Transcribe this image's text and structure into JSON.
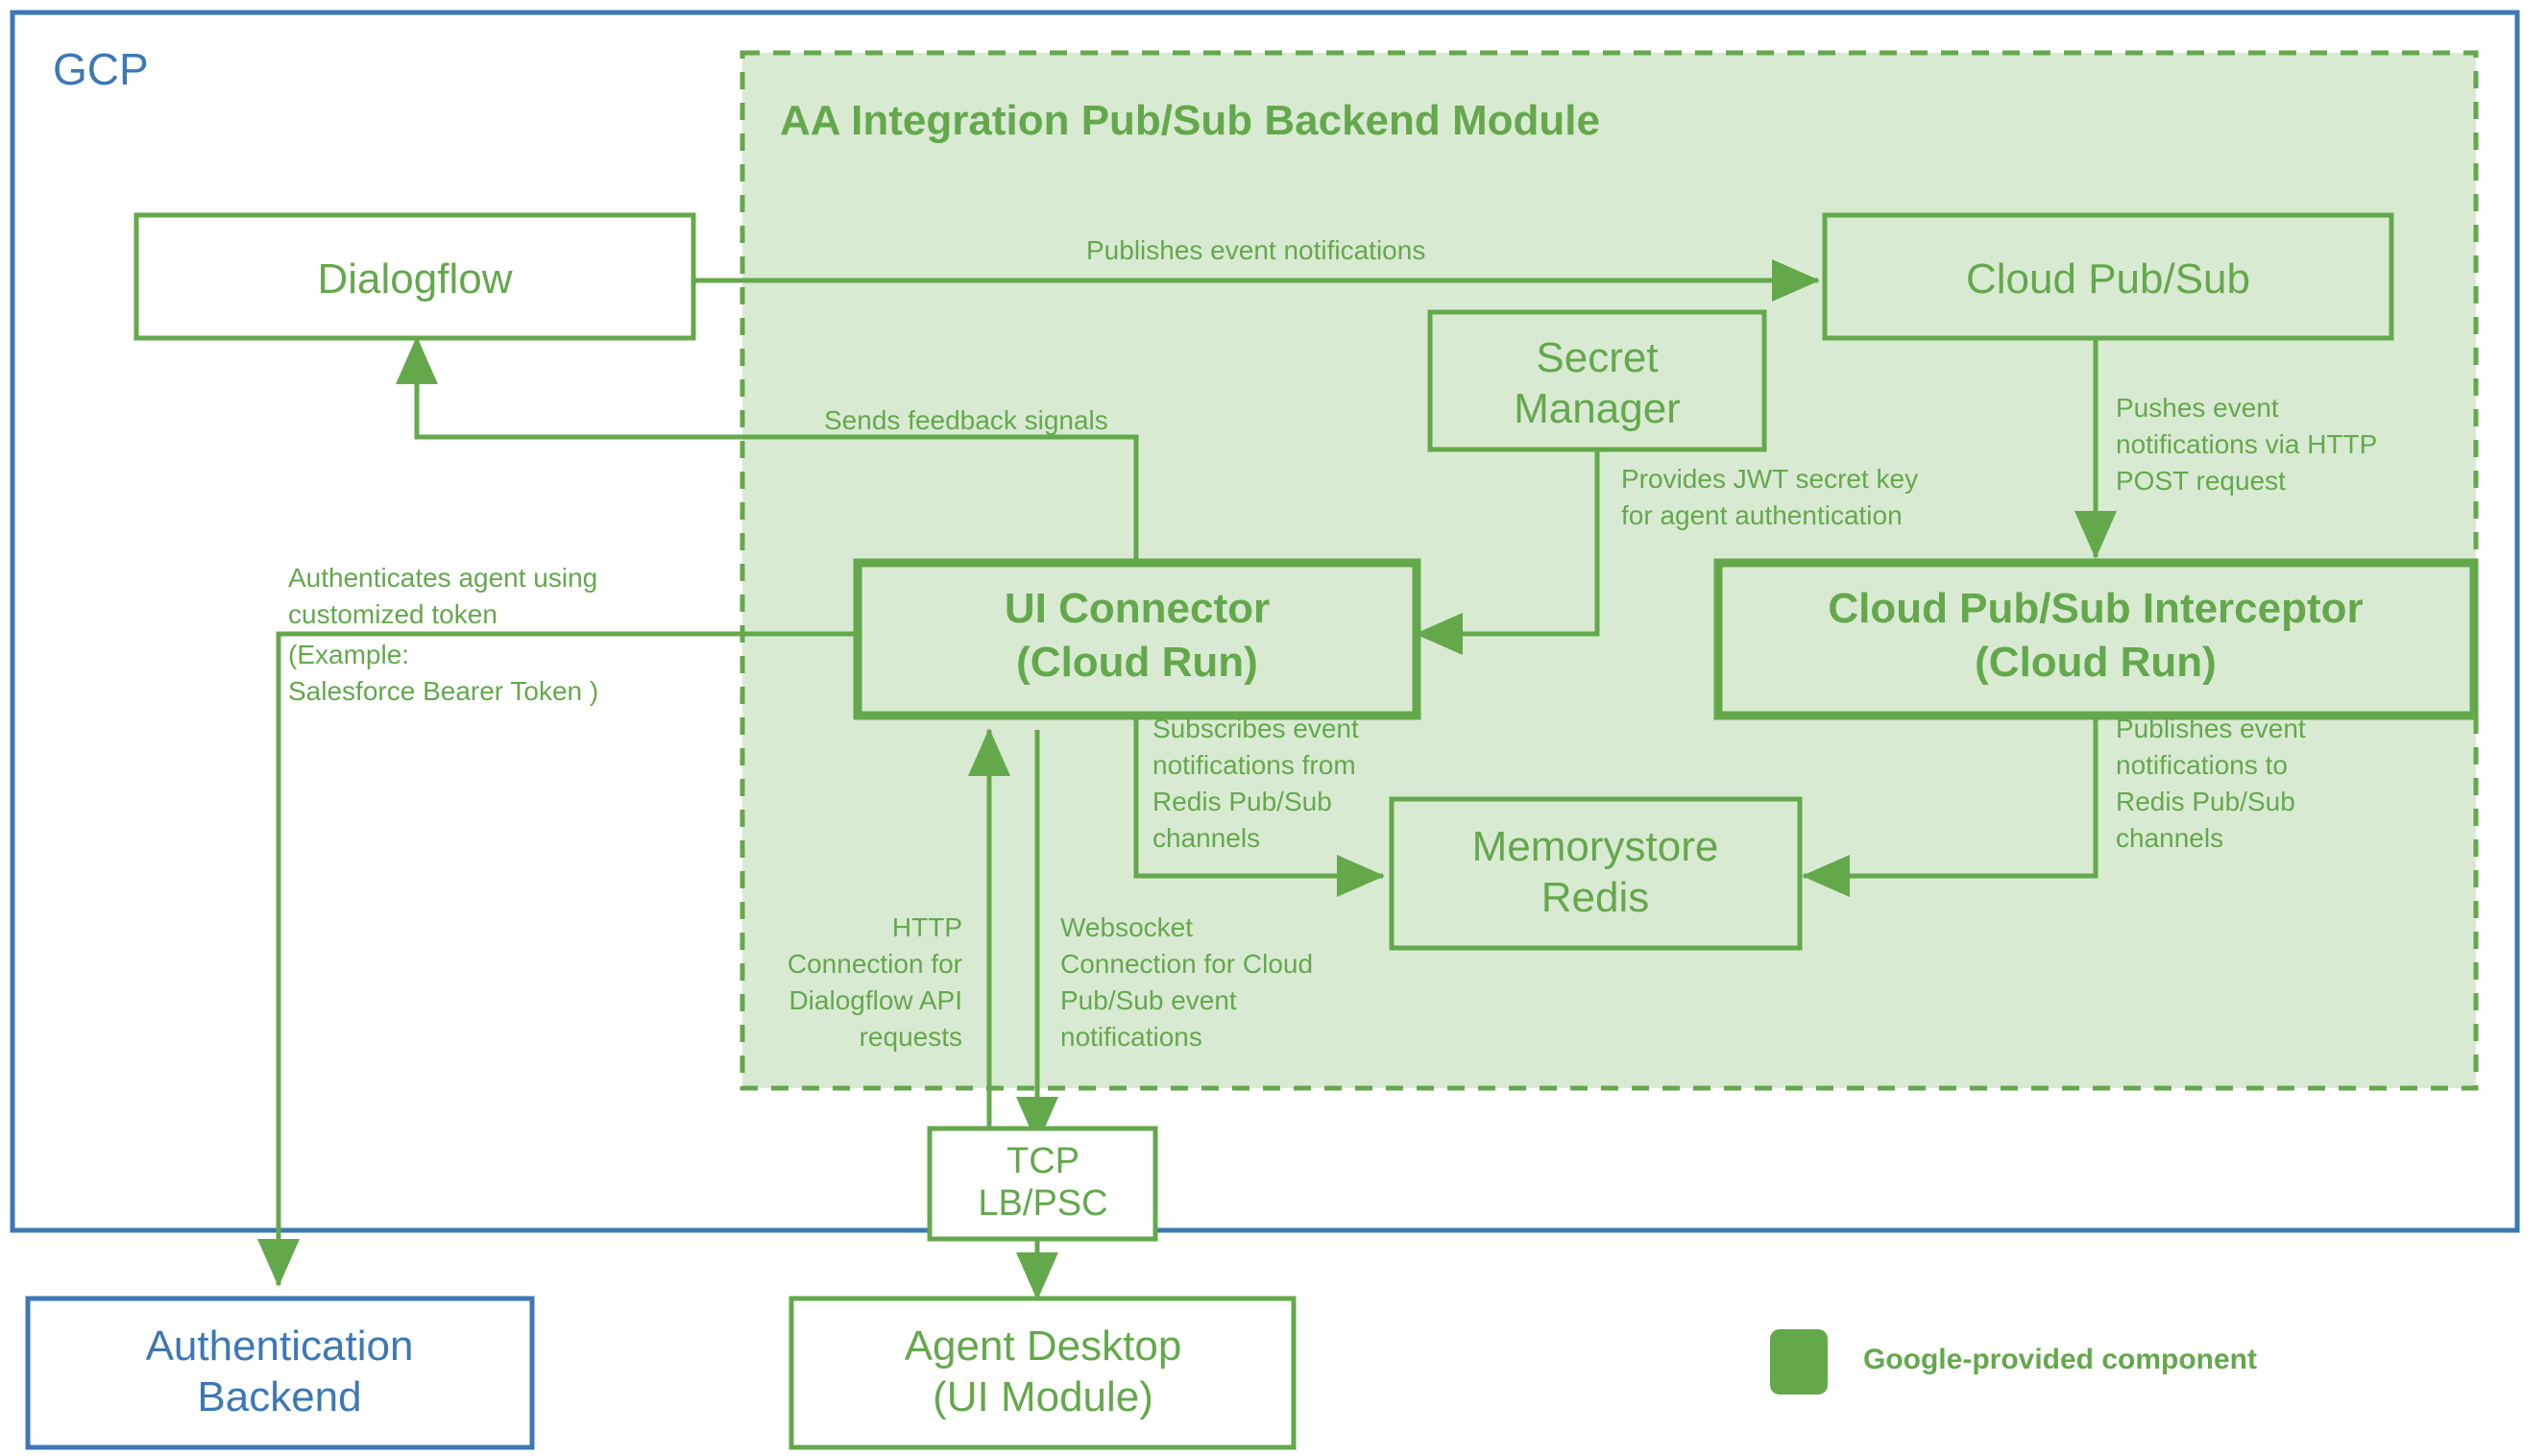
{
  "colors": {
    "green": "#64a84c",
    "green_fill": "#d9ead3",
    "blue": "#3d78b4",
    "white": "#ffffff"
  },
  "cloud": {
    "label": "GCP"
  },
  "module": {
    "title": "AA Integration Pub/Sub Backend Module"
  },
  "nodes": {
    "dialogflow": {
      "label": "Dialogflow"
    },
    "cloud_pubsub": {
      "label": "Cloud Pub/Sub"
    },
    "secret_manager": {
      "line1": "Secret",
      "line2": "Manager"
    },
    "ui_connector": {
      "line1": "UI Connector",
      "line2": "(Cloud Run)"
    },
    "interceptor": {
      "line1": "Cloud Pub/Sub Interceptor",
      "line2": "(Cloud Run)"
    },
    "memorystore": {
      "line1": "Memorystore",
      "line2": "Redis"
    },
    "tcp_lb": {
      "line1": "TCP",
      "line2": "LB/PSC"
    },
    "agent_desktop": {
      "line1": "Agent Desktop",
      "line2": "(UI Module)"
    },
    "auth_backend": {
      "line1": "Authentication",
      "line2": "Backend"
    }
  },
  "edges": {
    "publishes_event_notifications": {
      "line1": "Publishes event notifications"
    },
    "sends_feedback_signals": {
      "line1": "Sends feedback signals"
    },
    "pushes_http_post": {
      "line1": "Pushes event",
      "line2": "notifications via HTTP",
      "line3": "POST request"
    },
    "provides_jwt": {
      "line1": "Provides JWT secret key",
      "line2": "for agent authentication"
    },
    "authenticates_agent": {
      "line1": "Authenticates agent using",
      "line2": "customized token",
      "line3": "(Example:",
      "line4": "Salesforce Bearer Token )"
    },
    "subscribes_redis": {
      "line1": "Subscribes event",
      "line2": "notifications from",
      "line3": "Redis Pub/Sub",
      "line4": "channels"
    },
    "publishes_redis": {
      "line1": "Publishes event",
      "line2": "notifications to",
      "line3": "Redis Pub/Sub",
      "line4": "channels"
    },
    "http_dialogflow": {
      "line1": "HTTP",
      "line2": "Connection for",
      "line3": "Dialogflow API",
      "line4": "requests"
    },
    "websocket_pubsub": {
      "line1": "Websocket",
      "line2": "Connection for Cloud",
      "line3": "Pub/Sub event",
      "line4": "notifications"
    }
  },
  "legend": {
    "label": "Google-provided component"
  }
}
